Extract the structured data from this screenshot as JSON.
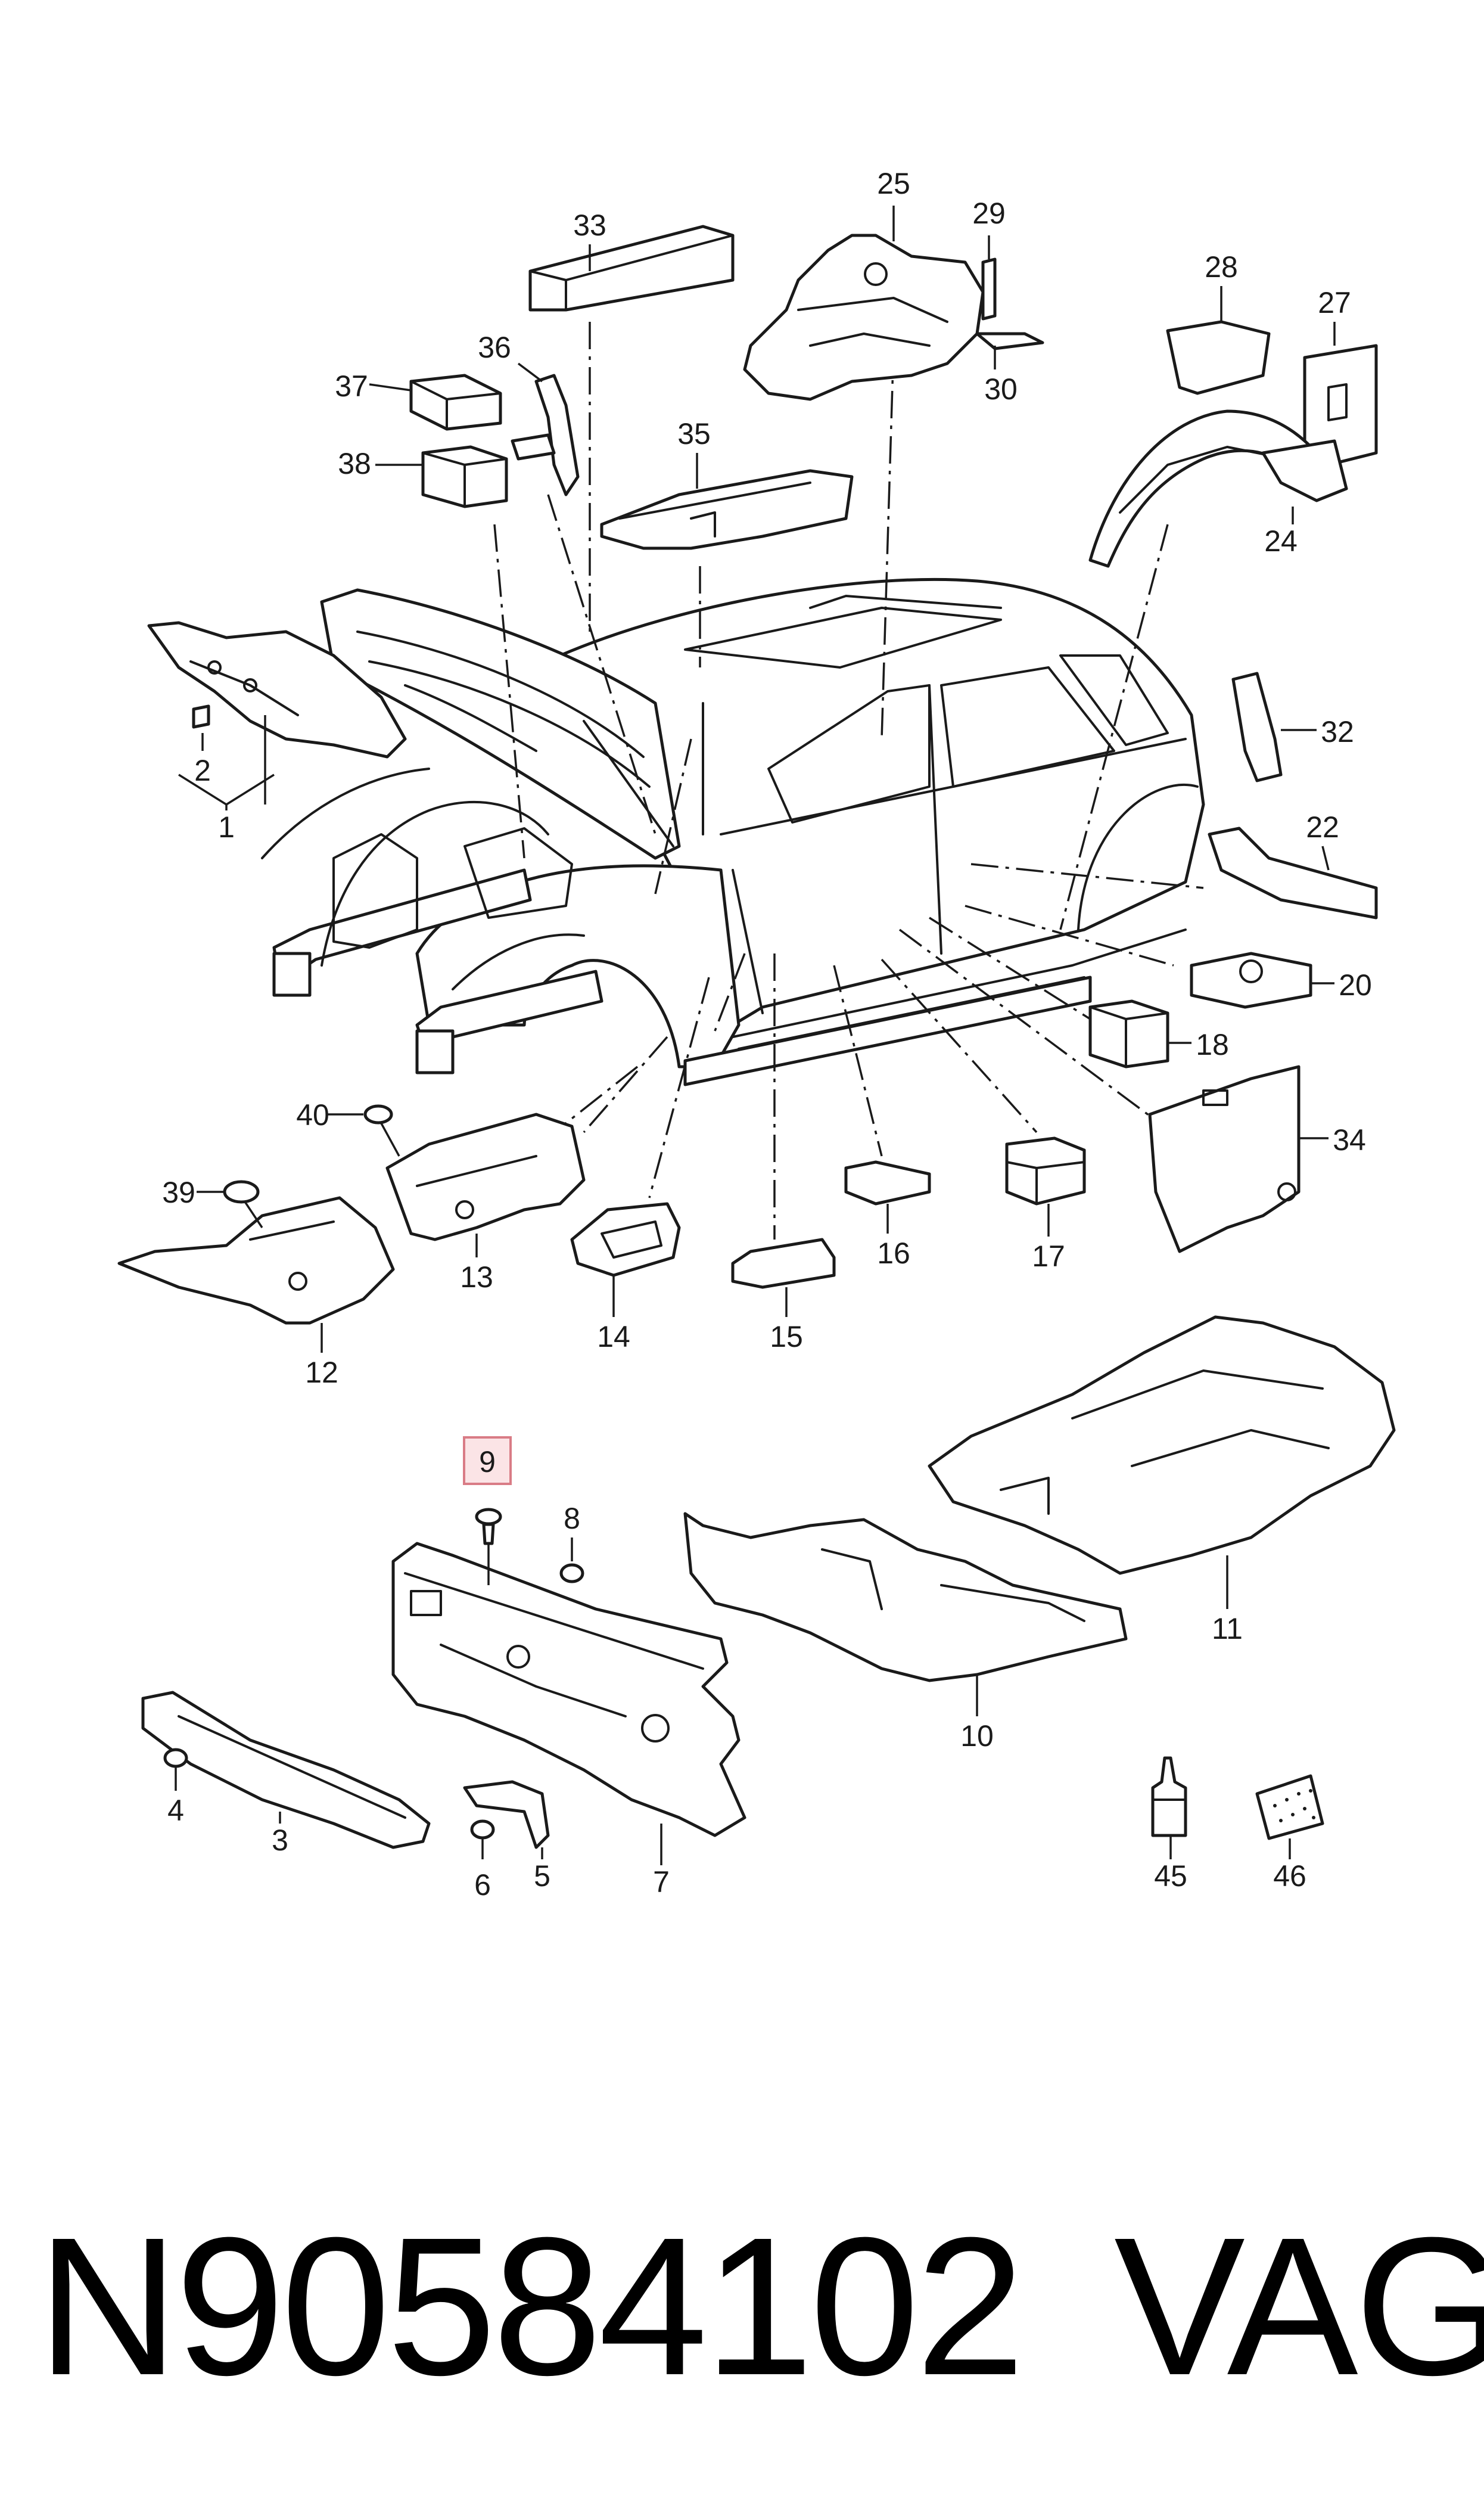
{
  "callouts": {
    "n1": "1",
    "n2": "2",
    "n3": "3",
    "n4": "4",
    "n5": "5",
    "n6": "6",
    "n7": "7",
    "n8": "8",
    "n9": "9",
    "n10": "10",
    "n11": "11",
    "n12": "12",
    "n13": "13",
    "n14": "14",
    "n15": "15",
    "n16": "16",
    "n17": "17",
    "n18": "18",
    "n20": "20",
    "n22": "22",
    "n24": "24",
    "n25": "25",
    "n27": "27",
    "n28": "28",
    "n29": "29",
    "n30": "30",
    "n32": "32",
    "n33": "33",
    "n34": "34",
    "n35": "35",
    "n36": "36",
    "n37": "37",
    "n38": "38",
    "n39": "39",
    "n40": "40",
    "n45": "45",
    "n46": "46"
  },
  "highlighted_callout": "9",
  "highlight_color": "#fbe4e6",
  "caption": {
    "part_number": "N90584102",
    "brand": "VAG"
  }
}
